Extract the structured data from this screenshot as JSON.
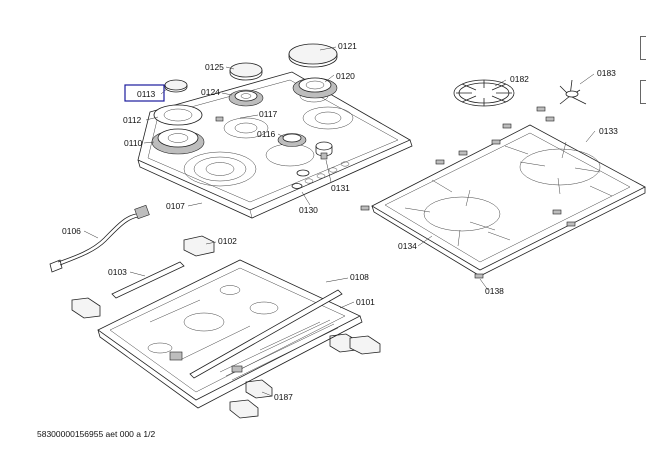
{
  "diagram": {
    "footer_text": "58300000156955 aet 000 a 1/2",
    "highlight_color": "#1a1a9c",
    "highlighted_part": "0113",
    "parts": [
      {
        "id": "p0121",
        "label": "0121"
      },
      {
        "id": "p0125",
        "label": "0125"
      },
      {
        "id": "p0120",
        "label": "0120"
      },
      {
        "id": "p0113",
        "label": "0113"
      },
      {
        "id": "p0124",
        "label": "0124"
      },
      {
        "id": "p0112",
        "label": "0112"
      },
      {
        "id": "p0117",
        "label": "0117"
      },
      {
        "id": "p0116",
        "label": "0116"
      },
      {
        "id": "p0110",
        "label": "0110"
      },
      {
        "id": "p0107",
        "label": "0107"
      },
      {
        "id": "p0131",
        "label": "0131"
      },
      {
        "id": "p0130",
        "label": "0130"
      },
      {
        "id": "p0182",
        "label": "0182"
      },
      {
        "id": "p0183",
        "label": "0183"
      },
      {
        "id": "p0133",
        "label": "0133"
      },
      {
        "id": "p0134",
        "label": "0134"
      },
      {
        "id": "p0138",
        "label": "0138"
      },
      {
        "id": "p0106",
        "label": "0106"
      },
      {
        "id": "p0102",
        "label": "0102"
      },
      {
        "id": "p0103",
        "label": "0103"
      },
      {
        "id": "p0108",
        "label": "0108"
      },
      {
        "id": "p0101",
        "label": "0101"
      },
      {
        "id": "p0187",
        "label": "0187"
      }
    ]
  }
}
